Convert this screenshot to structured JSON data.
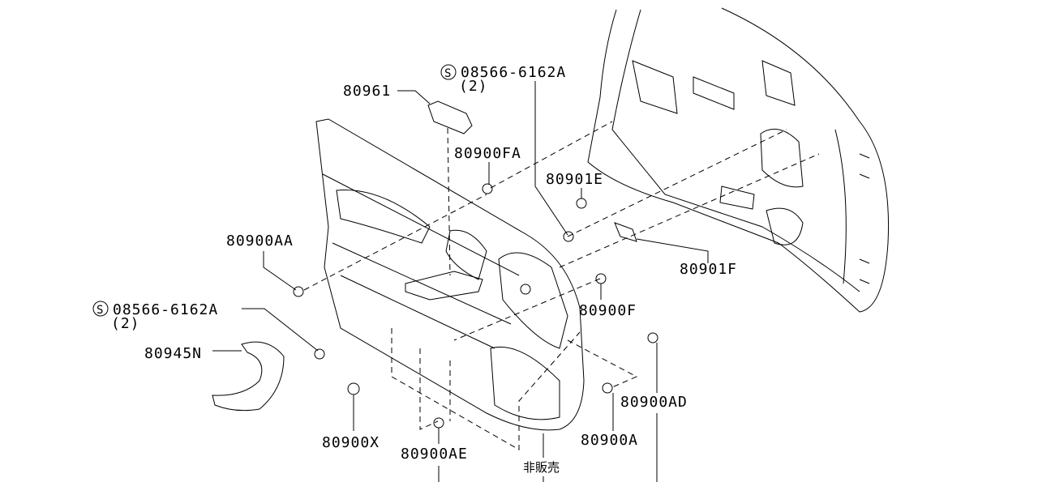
{
  "diagram": {
    "type": "exploded parts diagram - front door trim",
    "labels": {
      "part_80961": "80961",
      "screw_top": "08566-6162A",
      "screw_top_qty": "(2)",
      "screw_symbol": "S",
      "part_80900FA": "80900FA",
      "part_80901E": "80901E",
      "part_80900AA": "80900AA",
      "part_80901F": "80901F",
      "part_80900F": "80900F",
      "screw_left": "08566-6162A",
      "screw_left_qty": "(2)",
      "part_80945N": "80945N",
      "part_80900AD": "80900AD",
      "part_80900X": "80900X",
      "part_80900A": "80900A",
      "part_80900AE": "80900AE",
      "not_for_sale": "非販売"
    }
  }
}
